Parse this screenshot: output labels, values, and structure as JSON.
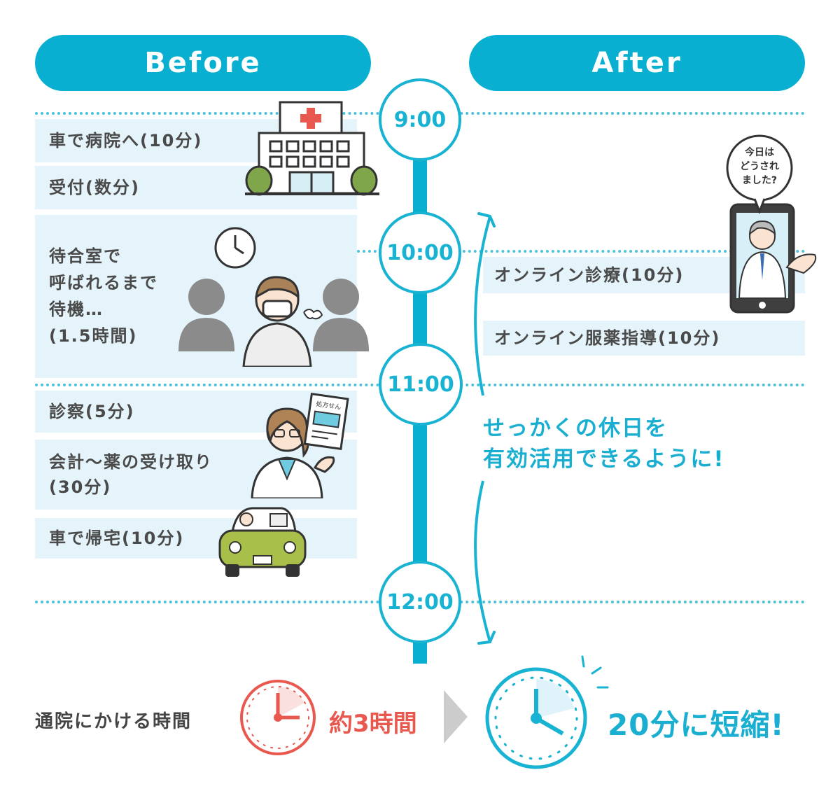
{
  "header": {
    "before_label": "Before",
    "after_label": "After"
  },
  "times": [
    "9:00",
    "10:00",
    "11:00",
    "12:00"
  ],
  "before": {
    "items": [
      "車で病院へ(10分)",
      "受付(数分)",
      "待合室で",
      "呼ばれるまで",
      "待機…",
      "(1.5時間)",
      "診察(5分)",
      "会計〜薬の受け取り",
      "(30分)",
      "車で帰宅(10分)"
    ]
  },
  "after": {
    "items": [
      "オンライン診療(10分)",
      "オンライン服薬指導(10分)"
    ],
    "speech": [
      "今日は",
      "どうされ",
      "ました?"
    ],
    "message_line1": "せっかくの休日を",
    "message_line2": "有効活用できるように!"
  },
  "illustrations": {
    "rx_label": "処方せん"
  },
  "footer": {
    "label": "通院にかける時間",
    "before_time": "約3時間",
    "after_time": "20分に短縮!"
  },
  "colors": {
    "accent": "#08afd1",
    "row_bg": "#e4f4fa",
    "before_clock": "#e9584f",
    "car": "#a8c049"
  },
  "icons": [
    "hospital-icon",
    "wall-clock-icon",
    "person-silhouette-icon",
    "masked-person-icon",
    "pharmacist-icon",
    "prescription-icon",
    "car-icon",
    "smartphone-doctor-icon",
    "speech-bubble-icon",
    "clock-icon",
    "chevron-right-icon"
  ]
}
